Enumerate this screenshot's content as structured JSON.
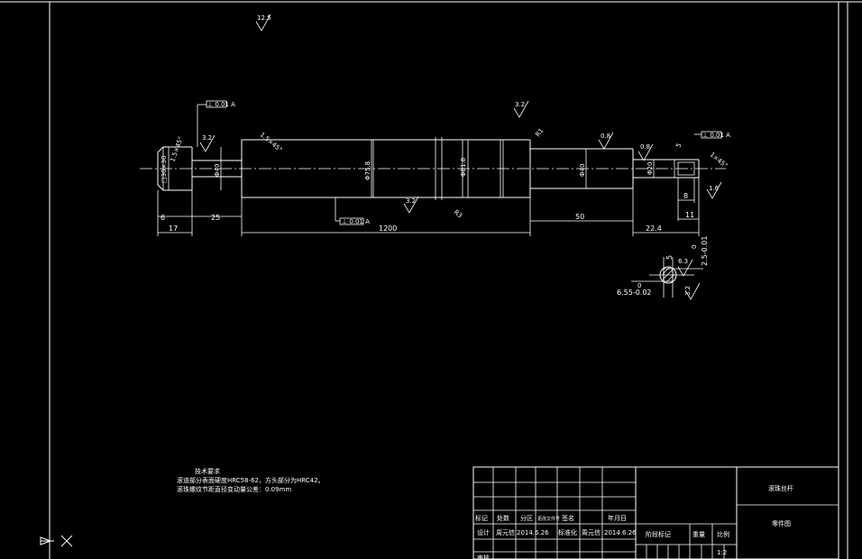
{
  "dimensions": {
    "len_1200": "1200",
    "len_50": "50",
    "len_25": "25",
    "len_17": "17",
    "len_6": "6",
    "len_22_4": "22.4",
    "len_8": "8",
    "len_11": "11",
    "dia_40_left": "Φ40",
    "dia_75_8": "Φ75.8",
    "dia_81_8": "Φ81.8",
    "dia_40_right": "Φ40",
    "dia_20": "Φ20",
    "chamfer_left": "1.5×45°",
    "chamfer_main": "1.5×45°",
    "chamfer_right": "1×45°",
    "radius_r1": "R1",
    "radius_r3": "R3",
    "sq_left": "□30×30",
    "key_dim": "6.55-0.02",
    "key_dim_zero": "0",
    "key_dim2": "2.5-0.01",
    "key_dim2_zero": "0",
    "small_dim_5": "5"
  },
  "roughness": {
    "top": "12.5",
    "left": "3.2",
    "mid_top": "3.2",
    "right_08a": "0.8",
    "right_08b": "0.8",
    "right_16": "1.6",
    "bottom_mid": "3.2",
    "section_63": "6.3",
    "section_32": "3.2"
  },
  "tolerance_frames": {
    "left": "⊥ 0.01 A",
    "right": "⊥ 0.01 A",
    "bottom": "⊥ 0.01 A"
  },
  "notes": {
    "heading": "技术要求",
    "line1": "滚道部分表面硬度HRC58-62，方头部分为HRC42。",
    "line2": "滚珠螺纹节距直径变动量公差：0.09mm"
  },
  "title_block": {
    "row_labels": [
      "标记",
      "处数",
      "分区",
      "更改文件号",
      "签名",
      "年月日"
    ],
    "design_label": "设计",
    "designer": "周元信",
    "design_date": "2014.6.26",
    "std_label": "标准化",
    "std_person": "周元信",
    "std_date": "2014.6.26",
    "review_label": "审核",
    "stage_label": "阶段标记",
    "weight_label": "重量",
    "scale_label": "比例",
    "scale_value": "1:2",
    "part_name": "滚珠丝杆",
    "drawing_type": "零件图"
  }
}
